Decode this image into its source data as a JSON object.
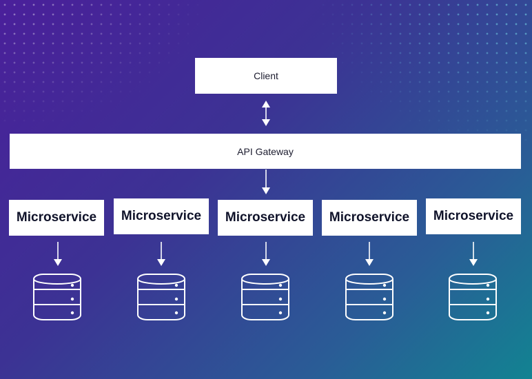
{
  "client": {
    "label": "Client"
  },
  "gateway": {
    "label": "API Gateway"
  },
  "services": [
    {
      "label": "Microservice"
    },
    {
      "label": "Microservice"
    },
    {
      "label": "Microservice"
    },
    {
      "label": "Microservice"
    },
    {
      "label": "Microservice"
    }
  ],
  "colors": {
    "background_start": "#4a1f9a",
    "background_end": "#128392",
    "box": "#ffffff",
    "line": "#ffffff",
    "text": "#1b1b2e"
  }
}
